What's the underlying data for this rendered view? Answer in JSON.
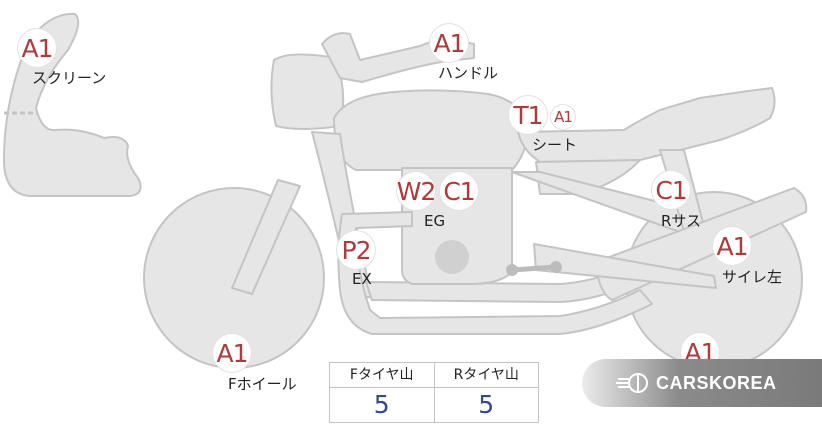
{
  "parts": [
    {
      "id": "screen",
      "label": "スクリーン",
      "grades": [
        {
          "code": "A1"
        }
      ]
    },
    {
      "id": "handle",
      "label": "ハンドル",
      "grades": [
        {
          "code": "A1"
        }
      ]
    },
    {
      "id": "seat",
      "label": "シート",
      "grades": [
        {
          "code": "T1"
        },
        {
          "code": "A1"
        }
      ]
    },
    {
      "id": "engine",
      "label": "EG",
      "grades": [
        {
          "code": "W2"
        },
        {
          "code": "C1"
        }
      ]
    },
    {
      "id": "exhaust",
      "label": "EX",
      "grades": [
        {
          "code": "P2"
        }
      ]
    },
    {
      "id": "r-susp",
      "label": "Rサス",
      "grades": [
        {
          "code": "C1"
        }
      ]
    },
    {
      "id": "silencer-l",
      "label": "サイレ左",
      "grades": [
        {
          "code": "A1"
        }
      ]
    },
    {
      "id": "f-wheel",
      "label": "Fホイール",
      "grades": [
        {
          "code": "A1"
        }
      ]
    },
    {
      "id": "r-wheel",
      "label": "",
      "grades": [
        {
          "code": "A1"
        }
      ]
    }
  ],
  "tread_table": {
    "headers": [
      "Fタイヤ山",
      "Rタイヤ山"
    ],
    "values": [
      "5",
      "5"
    ]
  },
  "brand": {
    "name": "CARSKOREA"
  },
  "colors": {
    "body": "#e6e6e6",
    "outline": "#c4c4c4",
    "marker_text": "#b03a3a",
    "value_text": "#2f4b8e"
  }
}
